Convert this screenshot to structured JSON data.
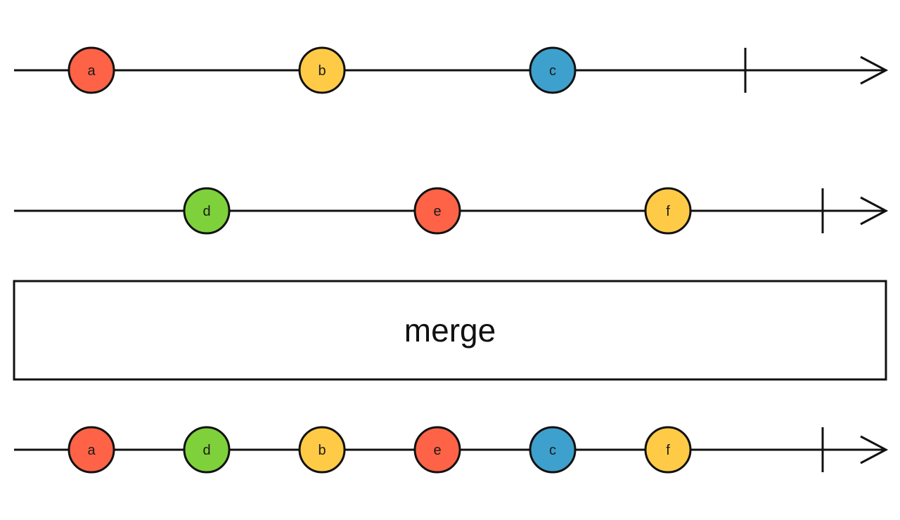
{
  "operator": {
    "label": "merge"
  },
  "colors": {
    "line": "#111111",
    "red": "#ff6347",
    "yellow": "#ffcb47",
    "blue": "#3ea0cc",
    "green": "#7ed13a",
    "background": "#ffffff"
  },
  "timelines": [
    {
      "id": "input-1",
      "marbles": [
        {
          "label": "a",
          "color": "red"
        },
        {
          "label": "b",
          "color": "yellow"
        },
        {
          "label": "c",
          "color": "blue"
        }
      ]
    },
    {
      "id": "input-2",
      "marbles": [
        {
          "label": "d",
          "color": "green"
        },
        {
          "label": "e",
          "color": "red"
        },
        {
          "label": "f",
          "color": "yellow"
        }
      ]
    },
    {
      "id": "output",
      "marbles": [
        {
          "label": "a",
          "color": "red"
        },
        {
          "label": "d",
          "color": "green"
        },
        {
          "label": "b",
          "color": "yellow"
        },
        {
          "label": "e",
          "color": "red"
        },
        {
          "label": "c",
          "color": "blue"
        },
        {
          "label": "f",
          "color": "yellow"
        }
      ]
    }
  ]
}
